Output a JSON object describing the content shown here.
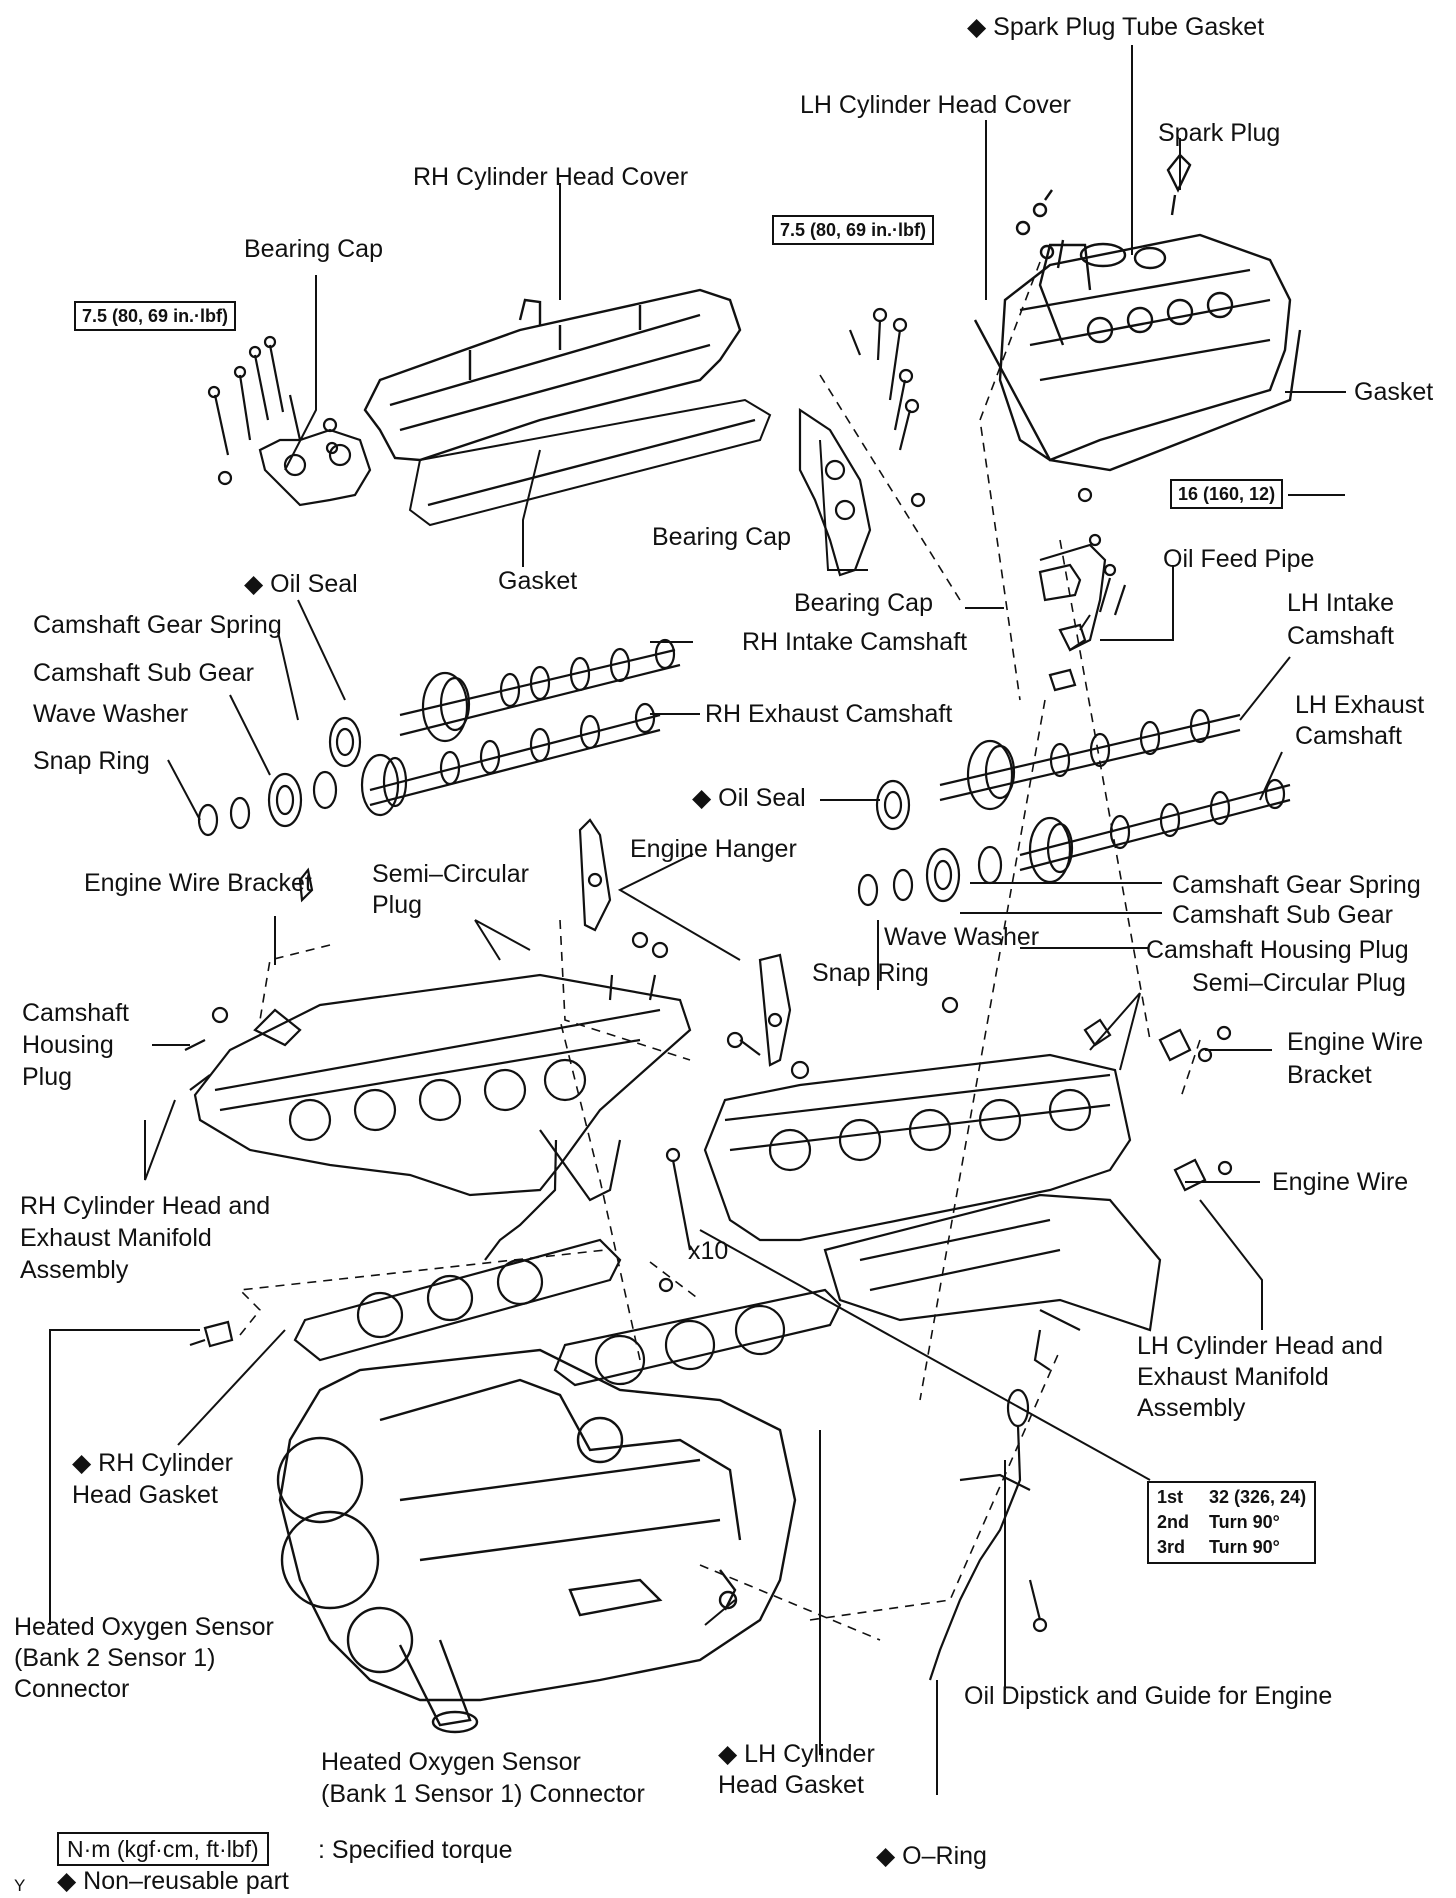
{
  "labels": {
    "spark_plug_tube_gasket": "◆ Spark Plug Tube Gasket",
    "lh_cylinder_head_cover": "LH Cylinder Head Cover",
    "spark_plug": "Spark Plug",
    "rh_cylinder_head_cover": "RH Cylinder Head Cover",
    "bearing_cap_top_left": "Bearing Cap",
    "gasket_right": "Gasket",
    "bearing_cap_middle": "Bearing Cap",
    "gasket_middle": "Gasket",
    "oil_seal_left": "◆ Oil Seal",
    "oil_feed_pipe": "Oil Feed Pipe",
    "bearing_cap_right": "Bearing Cap",
    "lh_intake_camshaft_1": "LH Intake",
    "lh_intake_camshaft_2": "Camshaft",
    "camshaft_gear_spring_left": "Camshaft Gear Spring",
    "rh_intake_camshaft": "RH Intake Camshaft",
    "camshaft_sub_gear_left": "Camshaft Sub Gear",
    "wave_washer_left": "Wave Washer",
    "rh_exhaust_camshaft": "RH Exhaust Camshaft",
    "lh_exhaust_camshaft_1": "LH Exhaust",
    "lh_exhaust_camshaft_2": "Camshaft",
    "snap_ring_left": "Snap Ring",
    "oil_seal_middle": "◆ Oil Seal",
    "engine_hanger": "Engine Hanger",
    "engine_wire_bracket_left": "Engine Wire Bracket",
    "semi_circular_plug_left_1": "Semi–Circular",
    "semi_circular_plug_left_2": "Plug",
    "camshaft_gear_spring_right": "Camshaft Gear Spring",
    "camshaft_sub_gear_right": "Camshaft Sub Gear",
    "wave_washer_right": "Wave Washer",
    "camshaft_housing_plug_right": "Camshaft Housing Plug",
    "snap_ring_right": "Snap Ring",
    "semi_circular_plug_right": "Semi–Circular Plug",
    "camshaft_housing_plug_left_1": "Camshaft",
    "camshaft_housing_plug_left_2": "Housing",
    "camshaft_housing_plug_left_3": "Plug",
    "engine_wire_bracket_right_1": "Engine Wire",
    "engine_wire_bracket_right_2": "Bracket",
    "engine_wire": "Engine Wire",
    "rh_head_assembly_1": "RH Cylinder Head and",
    "rh_head_assembly_2": "Exhaust Manifold",
    "rh_head_assembly_3": "Assembly",
    "x10": "x10",
    "lh_head_assembly_1": "LH Cylinder Head and",
    "lh_head_assembly_2": "Exhaust Manifold",
    "lh_head_assembly_3": "Assembly",
    "rh_head_gasket_1": "◆ RH Cylinder",
    "rh_head_gasket_2": "Head Gasket",
    "heated_o2_bank2_1": "Heated Oxygen Sensor",
    "heated_o2_bank2_2": "(Bank 2 Sensor 1)",
    "heated_o2_bank2_3": "Connector",
    "oil_dipstick": "Oil Dipstick and Guide for Engine",
    "heated_o2_bank1_1": "Heated Oxygen Sensor",
    "heated_o2_bank1_2": "(Bank 1 Sensor 1) Connector",
    "lh_head_gasket_1": "◆ LH Cylinder",
    "lh_head_gasket_2": "Head Gasket",
    "o_ring": "◆ O–Ring"
  },
  "torque": {
    "bearing_cap_left": "7.5 (80, 69 in.·lbf)",
    "bearing_cap_middle": "7.5 (80, 69 in.·lbf)",
    "oil_feed_pipe": "16 (160, 12)",
    "head_bolt_steps": [
      {
        "stage": "1st",
        "value": "32 (326, 24)"
      },
      {
        "stage": "2nd",
        "value": "Turn 90°"
      },
      {
        "stage": "3rd",
        "value": "Turn 90°"
      }
    ]
  },
  "legend": {
    "unit_box": "N·m (kgf·cm, ft·lbf)",
    "unit_desc": ": Specified torque",
    "nonreusable": "◆ Non–reusable part",
    "corner_mark": "Y"
  },
  "colors": {
    "ink": "#111111",
    "paper": "#ffffff"
  }
}
